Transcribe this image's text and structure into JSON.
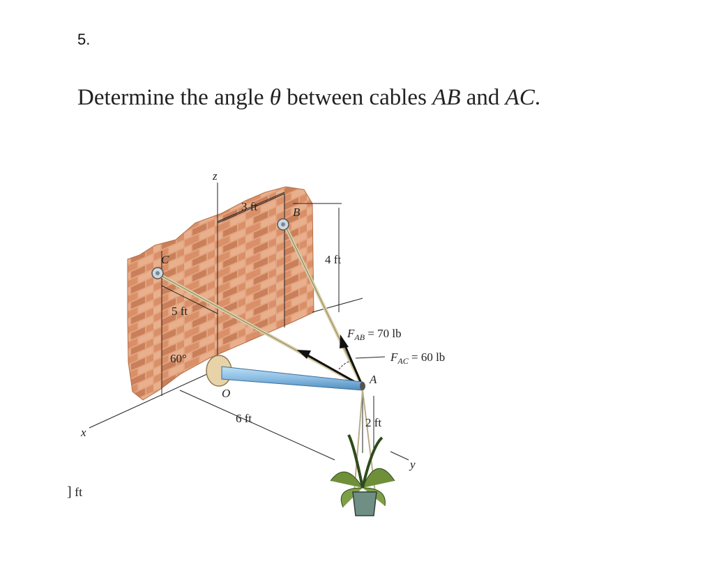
{
  "problem": {
    "number": "5.",
    "prompt_start": "Determine the angle ",
    "theta": "θ",
    "prompt_mid": " between cables ",
    "cable_1": "AB",
    "prompt_and": " and ",
    "cable_2": "AC",
    "prompt_end": "."
  },
  "figure": {
    "labels": {
      "z_axis": "z",
      "x_axis": "x",
      "y_axis": "y",
      "point_b": "B",
      "point_c": "C",
      "point_a": "A",
      "origin": "O",
      "dim_3ft": "3 ft",
      "dim_4ft": "4 ft",
      "dim_5ft": "5 ft",
      "dim_6ft": "6 ft",
      "dim_2ft": "2 ft",
      "angle_60": "60°"
    },
    "forces": {
      "fab_label": "F",
      "fab_sub": "AB",
      "fab_value": " = 70 lb",
      "fac_label": "F",
      "fac_sub": "AC",
      "fac_value": " = 60 lb"
    }
  },
  "stray_text": {
    "mark": "]",
    "text": " ft"
  },
  "colors": {
    "brick_base": "#e3a47f",
    "brick_dark": "#c9805a",
    "mortar": "#f3d9c8",
    "pole": "#8bbde3",
    "pole_dark": "#4f8cbf",
    "plate": "#e8d3a8",
    "leaf": "#6f8f3a",
    "pot": "#6f8f84"
  }
}
